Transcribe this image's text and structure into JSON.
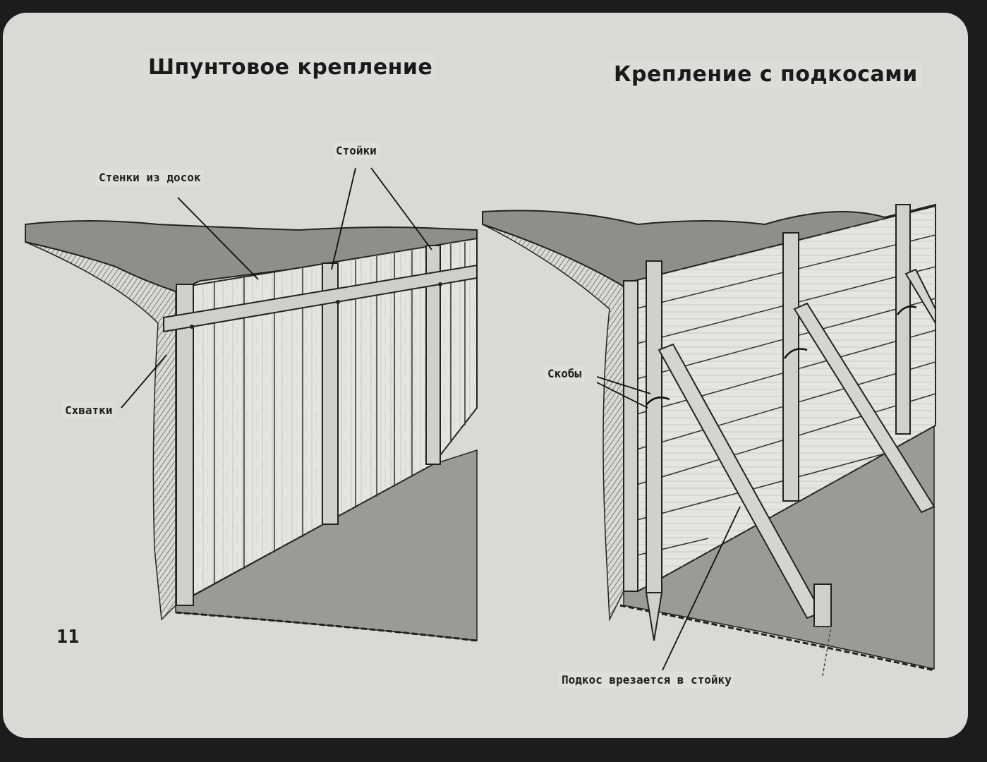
{
  "slide": {
    "page_number": "11",
    "left_panel": {
      "title": "Шпунтовое крепление",
      "labels": {
        "walls": "Стенки из досок",
        "posts": "Стойки",
        "braces": "Схватки"
      }
    },
    "right_panel": {
      "title": "Крепление с подкосами",
      "labels": {
        "clamps": "Скобы",
        "strut_note": "Подкос врезается в стойку"
      }
    }
  }
}
